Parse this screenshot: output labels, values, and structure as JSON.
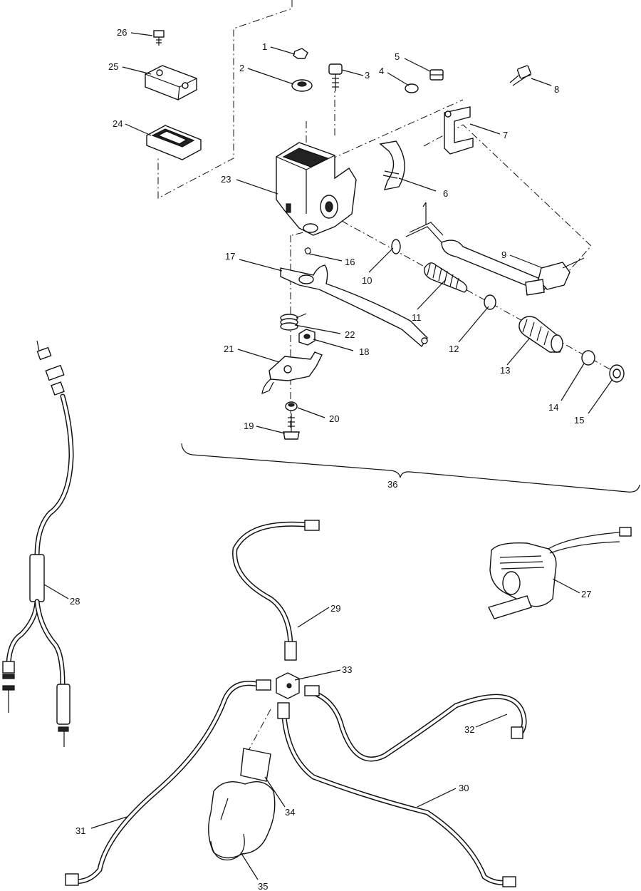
{
  "diagram": {
    "callouts": [
      {
        "id": "c1",
        "text": "1"
      },
      {
        "id": "c2",
        "text": "2"
      },
      {
        "id": "c3",
        "text": "3"
      },
      {
        "id": "c4",
        "text": "4"
      },
      {
        "id": "c5",
        "text": "5"
      },
      {
        "id": "c6",
        "text": "6"
      },
      {
        "id": "c7",
        "text": "7"
      },
      {
        "id": "c8",
        "text": "8"
      },
      {
        "id": "c9",
        "text": "9"
      },
      {
        "id": "c10",
        "text": "10"
      },
      {
        "id": "c11",
        "text": "11"
      },
      {
        "id": "c12",
        "text": "12"
      },
      {
        "id": "c13",
        "text": "13"
      },
      {
        "id": "c14",
        "text": "14"
      },
      {
        "id": "c15",
        "text": "15"
      },
      {
        "id": "c16",
        "text": "16"
      },
      {
        "id": "c17",
        "text": "17"
      },
      {
        "id": "c18",
        "text": "18"
      },
      {
        "id": "c19",
        "text": "19"
      },
      {
        "id": "c20",
        "text": "20"
      },
      {
        "id": "c21",
        "text": "21"
      },
      {
        "id": "c22",
        "text": "22"
      },
      {
        "id": "c23",
        "text": "23"
      },
      {
        "id": "c24",
        "text": "24"
      },
      {
        "id": "c25",
        "text": "25"
      },
      {
        "id": "c26",
        "text": "26"
      },
      {
        "id": "c27",
        "text": "27"
      },
      {
        "id": "c28",
        "text": "28"
      },
      {
        "id": "c29",
        "text": "29"
      },
      {
        "id": "c30",
        "text": "30"
      },
      {
        "id": "c31",
        "text": "31"
      },
      {
        "id": "c32",
        "text": "32"
      },
      {
        "id": "c33",
        "text": "33"
      },
      {
        "id": "c34",
        "text": "34"
      },
      {
        "id": "c35",
        "text": "35"
      },
      {
        "id": "c36",
        "text": "36"
      }
    ]
  }
}
